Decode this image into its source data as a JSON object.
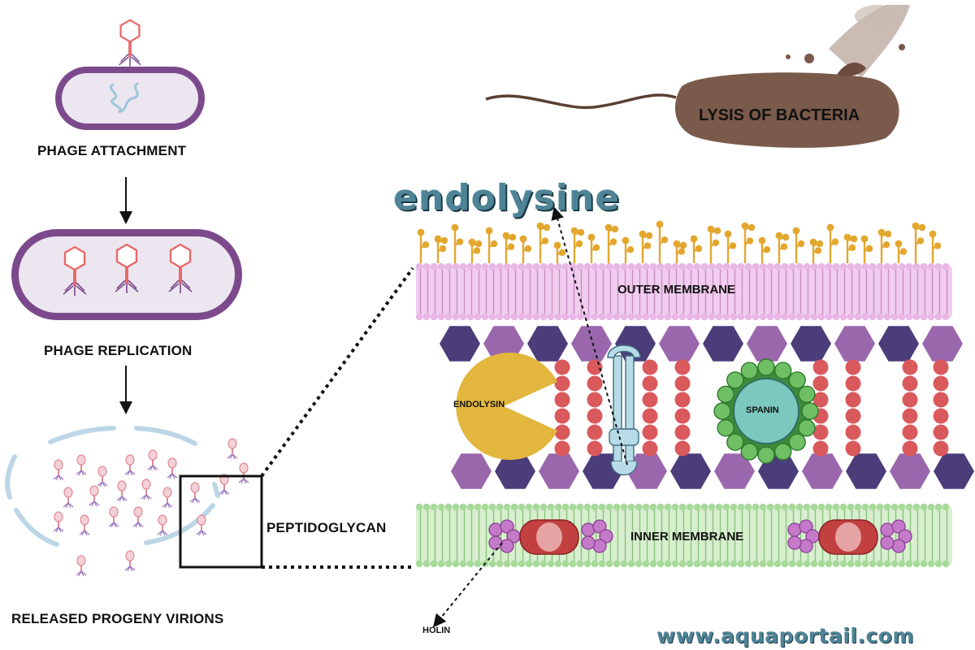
{
  "labels": {
    "phage_attachment": "PHAGE ATTACHMENT",
    "phage_replication": "PHAGE REPLICATION",
    "released_progeny_virions": "RELEASED PROGENY VIRIONS",
    "peptidoglycan": "PEPTIDOGLYCAN",
    "lysis_of_bacteria": "LYSIS OF BACTERIA",
    "outer_membrane": "OUTER MEMBRANE",
    "inner_membrane": "INNER MEMBRANE",
    "endolysin": "ENDOLYSIN",
    "spanin": "SPANIN",
    "holin": "HOLIN"
  },
  "title": "endolysine",
  "watermark": "www.aquaportail.com",
  "colors": {
    "capsid": "#e86a6a",
    "cell_wall": "#7c4a8c",
    "cytoplasm": "#ece6f0",
    "outer_membrane": "#e9b6e6",
    "lps_sugar": "#e3a72f",
    "peptidoglycan_dark": "#4b3c7a",
    "peptidoglycan_light": "#9a67ad",
    "peptide": "#d9595c",
    "endolysin": "#e3b73e",
    "spanin_core": "#7cc7be",
    "spanin_ring": "#6fbf64",
    "inner_membrane": "#a7d99a",
    "holin": "#c6448a",
    "bacterium": "#7a5a4a",
    "title": "#4f8497"
  }
}
